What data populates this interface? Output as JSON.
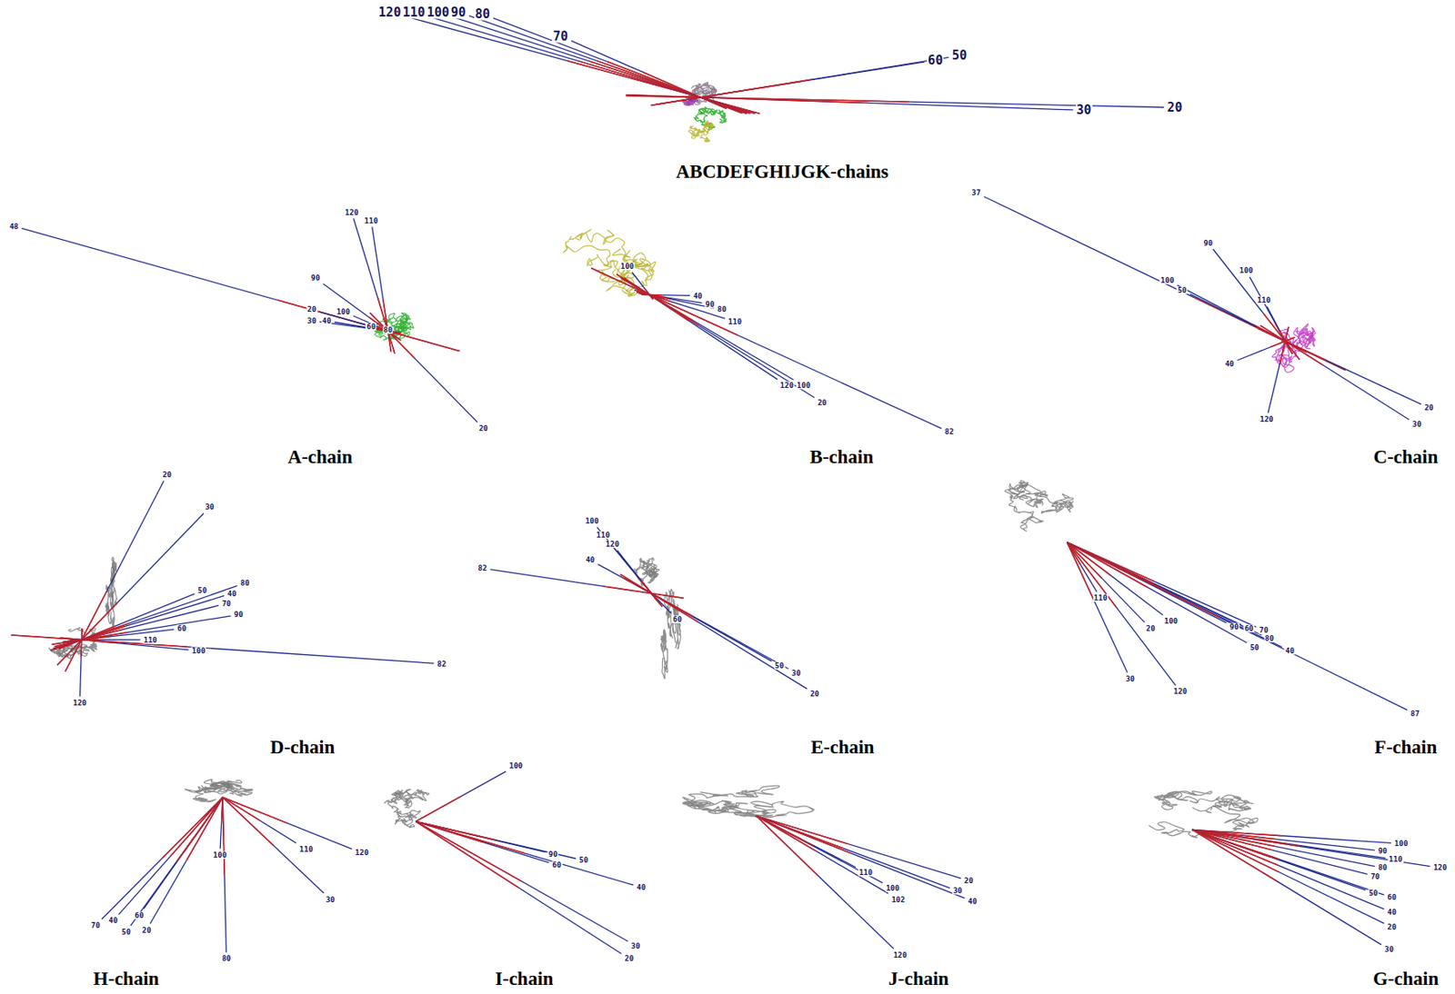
{
  "diagram": {
    "labels": [
      "120",
      "110",
      "100",
      "90",
      "80",
      "70",
      "60",
      "50",
      "30",
      "20",
      "ABCDEFGHIJGK-chains",
      "48",
      "120",
      "110",
      "90",
      "20",
      "100",
      "30",
      "40",
      "60",
      "80",
      "20",
      "A-chain",
      "100",
      "40",
      "90",
      "80",
      "110",
      "120",
      "100",
      "20",
      "82",
      "B-chain",
      "37",
      "90",
      "100",
      "100",
      "50",
      "110",
      "40",
      "120",
      "20",
      "30",
      "C-chain",
      "20",
      "30",
      "80",
      "50",
      "40",
      "70",
      "90",
      "60",
      "110",
      "100",
      "82",
      "120",
      "D-chain",
      "100",
      "110",
      "120",
      "40",
      "60",
      "50",
      "30",
      "20",
      "82",
      "E-chain",
      "110",
      "100",
      "20",
      "90",
      "60",
      "70",
      "80",
      "50",
      "40",
      "30",
      "120",
      "87",
      "F-chain",
      "110",
      "120",
      "100",
      "30",
      "70",
      "40",
      "60",
      "50",
      "20",
      "80",
      "H-chain",
      "100",
      "90",
      "60",
      "50",
      "40",
      "30",
      "20",
      "I-chain",
      "110",
      "100",
      "102",
      "20",
      "30",
      "40",
      "120",
      "J-chain",
      "100",
      "90",
      "110",
      "80",
      "70",
      "120",
      "50",
      "60",
      "40",
      "20",
      "30",
      "G-chain"
    ]
  }
}
